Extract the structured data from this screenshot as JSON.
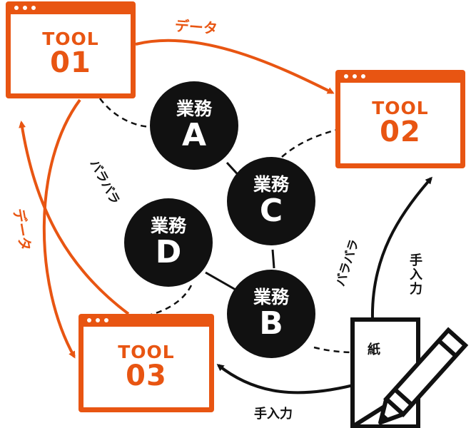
{
  "tools": [
    {
      "name": "TOOL",
      "number": "01"
    },
    {
      "name": "TOOL",
      "number": "02"
    },
    {
      "name": "TOOL",
      "number": "03"
    }
  ],
  "tasks": [
    {
      "kind": "業務",
      "letter": "A"
    },
    {
      "kind": "業務",
      "letter": "C"
    },
    {
      "kind": "業務",
      "letter": "D"
    },
    {
      "kind": "業務",
      "letter": "B"
    }
  ],
  "labels": {
    "data_top": "データ",
    "data_left": "データ",
    "barabara_left": "バラバラ",
    "barabara_right": "バラバラ",
    "manual_right": "手入力",
    "manual_bottom": "手入力",
    "paper": "紙"
  },
  "colors": {
    "accent": "#e85512",
    "dark": "#111111"
  },
  "icons": {
    "paper_pencil": "paper-pencil-icon"
  }
}
